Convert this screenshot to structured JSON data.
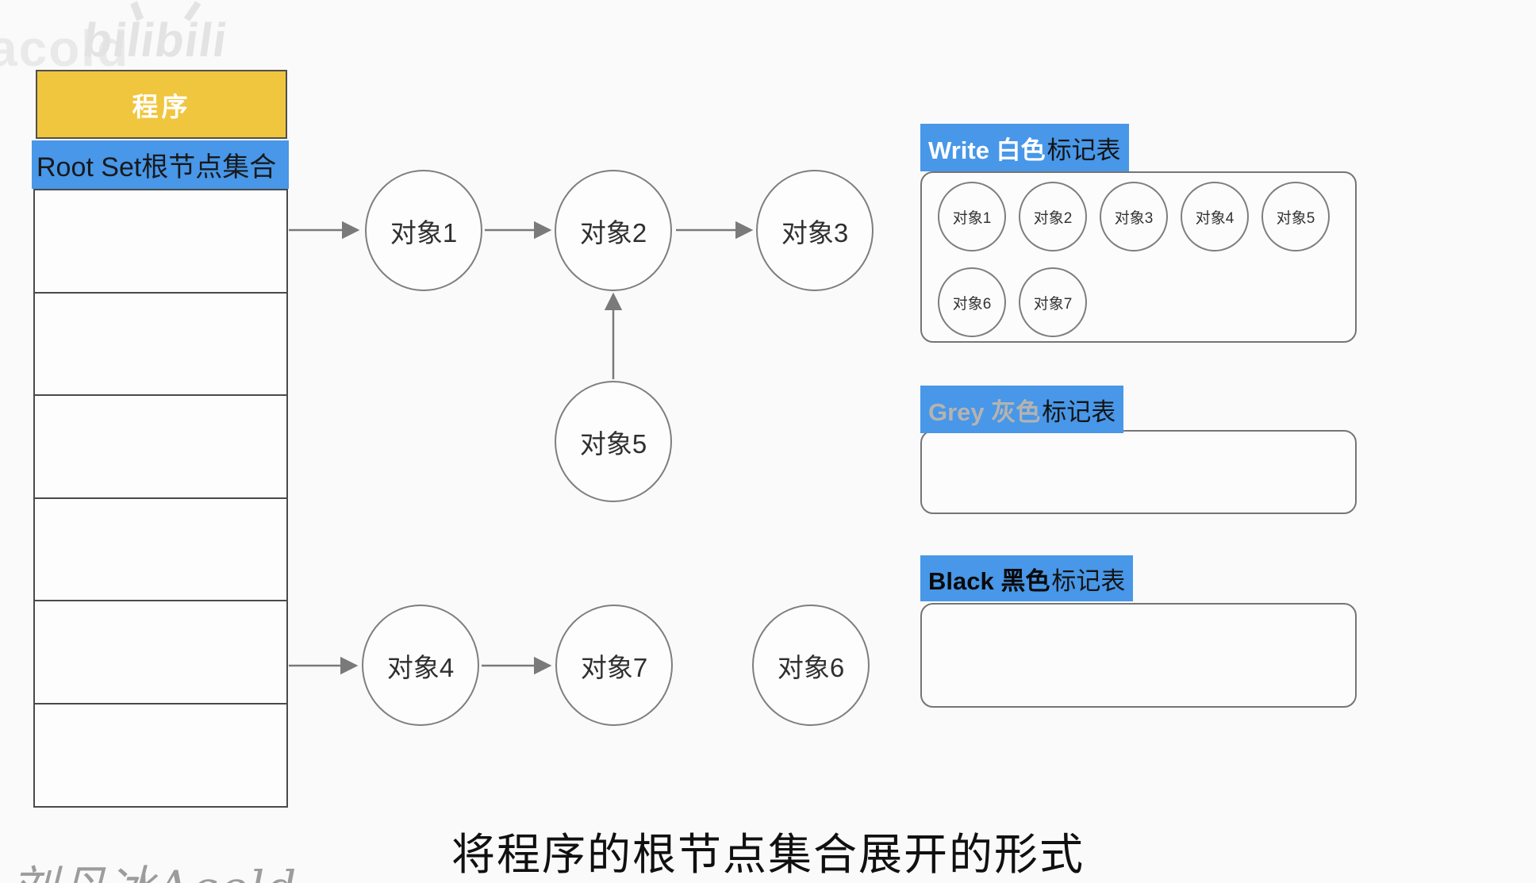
{
  "watermarks": {
    "top_left": "acold",
    "logo": "bilibili",
    "bottom_left": "刘丹冰Aceld"
  },
  "program": {
    "header": "程序",
    "root_set_label": "Root Set根节点集合",
    "row_count": 6
  },
  "graph": {
    "nodes": [
      {
        "label": "对象1"
      },
      {
        "label": "对象2"
      },
      {
        "label": "对象3"
      },
      {
        "label": "对象5"
      },
      {
        "label": "对象4"
      },
      {
        "label": "对象7"
      },
      {
        "label": "对象6"
      }
    ],
    "edges": [
      "RootSet→对象1",
      "对象1→对象2",
      "对象2→对象3",
      "对象5→对象2",
      "RootSet→对象4",
      "对象4→对象7"
    ]
  },
  "panels": [
    {
      "id": "white",
      "title_strong": "Write 白色",
      "title_rest": "标记表",
      "objects": [
        "对象1",
        "对象2",
        "对象3",
        "对象4",
        "对象5",
        "对象6",
        "对象7"
      ]
    },
    {
      "id": "grey",
      "title_strong": "Grey 灰色",
      "title_rest": "标记表",
      "objects": []
    },
    {
      "id": "black",
      "title_strong": "Black 黑色",
      "title_rest": "标记表",
      "objects": []
    }
  ],
  "caption": "将程序的根节点集合展开的形式",
  "colors": {
    "accent_blue": "#4897e8",
    "accent_yellow": "#f0c63e",
    "grey_label_text": "#b5b3b0",
    "line_gray": "#7a7a7a"
  }
}
